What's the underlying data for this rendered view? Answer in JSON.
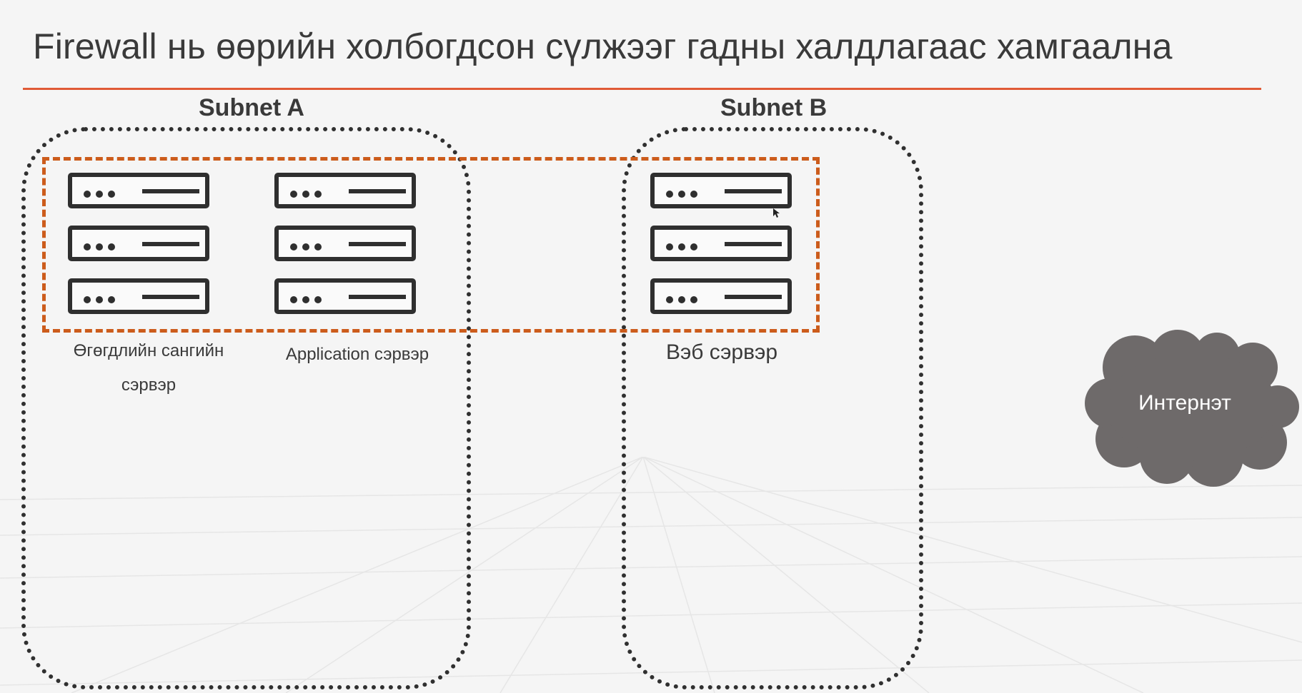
{
  "slide": {
    "title": "Firewall нь өөрийн холбогдсон сүлжээг гадны халдлагаас хамгаална"
  },
  "subnets": [
    {
      "label": "Subnet A"
    },
    {
      "label": "Subnet B"
    }
  ],
  "server_groups": [
    {
      "caption": "Өгөгдлийн сангийн сэрвэр",
      "server_count": 3
    },
    {
      "caption": "Application сэрвэр",
      "server_count": 3
    },
    {
      "caption": "Вэб сэрвэр",
      "server_count": 3
    }
  ],
  "internet": {
    "label": "Интернэт"
  },
  "colors": {
    "accent_rule": "#e05a36",
    "firewall_border": "#cc5c1c",
    "server_stroke": "#2f2f2f",
    "cloud_fill": "#6e6a6a",
    "background": "#f5f5f5"
  },
  "icons": {
    "server": "server-rack-icon",
    "cloud": "cloud-icon",
    "cursor": "mouse-pointer-icon"
  }
}
